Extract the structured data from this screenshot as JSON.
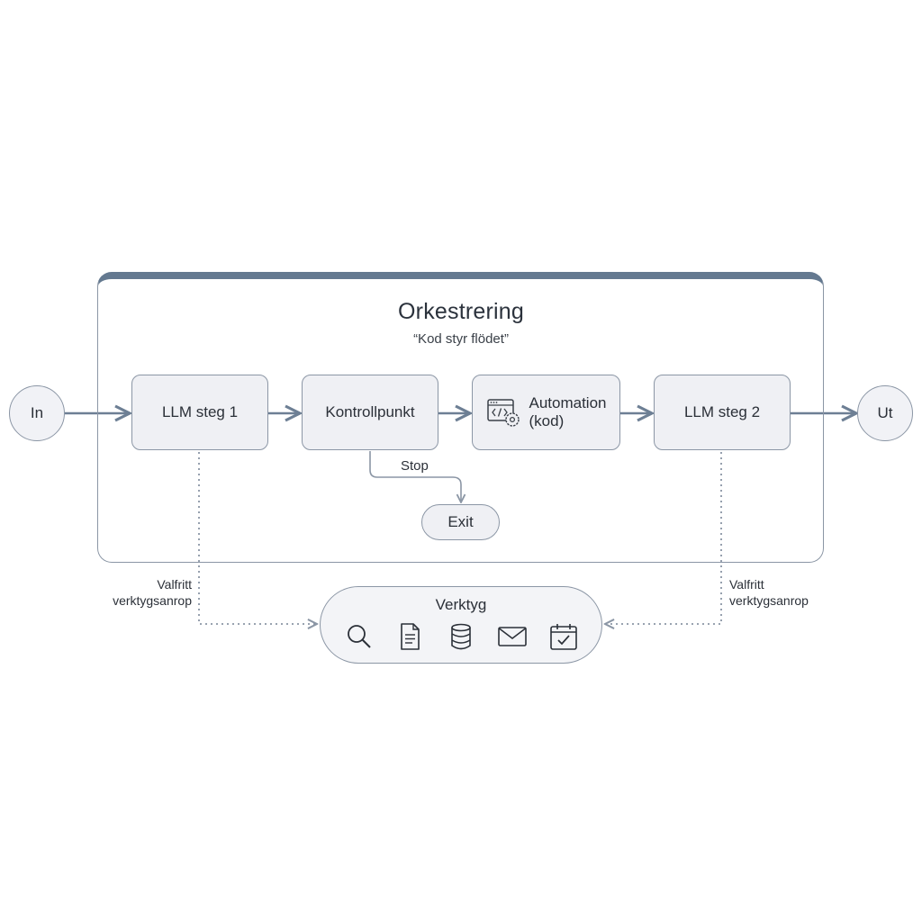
{
  "orchestration": {
    "title": "Orkestrering",
    "subtitle": "“Kod styr flödet”"
  },
  "input": {
    "label": "In"
  },
  "output": {
    "label": "Ut"
  },
  "steps": [
    {
      "label": "LLM steg 1"
    },
    {
      "label": "Kontrollpunkt"
    },
    {
      "label_line1": "Automation",
      "label_line2": "(kod)",
      "icon": "code-window-gear-icon"
    },
    {
      "label": "LLM steg 2"
    }
  ],
  "checkpoint_branch": {
    "edge_label": "Stop",
    "target_label": "Exit"
  },
  "tools": {
    "title": "Verktyg",
    "icons": [
      "search-icon",
      "document-icon",
      "database-icon",
      "mail-icon",
      "calendar-check-icon"
    ]
  },
  "tool_calls": {
    "left": {
      "line1": "Valfritt",
      "line2": "verktygsanrop"
    },
    "right": {
      "line1": "Valfritt",
      "line2": "verktygsanrop"
    }
  },
  "colors": {
    "frame_top": "#647990",
    "stroke": "#8b96a5",
    "arrow": "#6d7f94",
    "node_fill": "#eff0f4"
  }
}
